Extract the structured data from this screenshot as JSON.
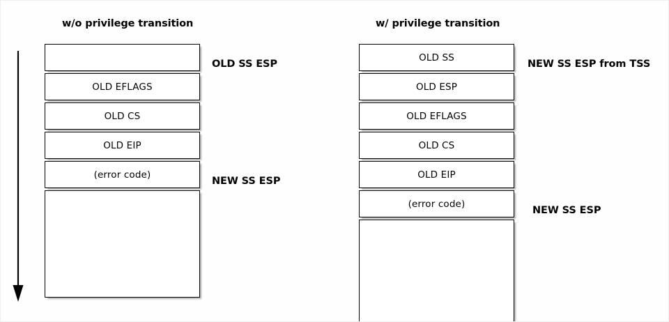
{
  "diagram": {
    "title_hidden": "x86 interrupt stack frame layout",
    "arrow": {
      "name": "stack-growth-direction-arrow",
      "direction": "down"
    },
    "columns": [
      {
        "id": "without-privilege-transition",
        "title": "w/o privilege transition",
        "slots": [
          {
            "label": "",
            "empty": true,
            "tall": false
          },
          {
            "label": "OLD EFLAGS",
            "empty": false,
            "tall": false
          },
          {
            "label": "OLD CS",
            "empty": false,
            "tall": false
          },
          {
            "label": "OLD EIP",
            "empty": false,
            "tall": false
          },
          {
            "label": "(error code)",
            "empty": false,
            "tall": false
          },
          {
            "label": "",
            "empty": true,
            "tall": true
          }
        ],
        "annotations": [
          {
            "id": "old-ss-esp",
            "text": "OLD SS ESP"
          },
          {
            "id": "new-ss-esp",
            "text": "NEW SS ESP"
          }
        ]
      },
      {
        "id": "with-privilege-transition",
        "title": "w/ privilege transition",
        "slots": [
          {
            "label": "OLD SS",
            "empty": false,
            "tall": false
          },
          {
            "label": "OLD ESP",
            "empty": false,
            "tall": false
          },
          {
            "label": "OLD EFLAGS",
            "empty": false,
            "tall": false
          },
          {
            "label": "OLD CS",
            "empty": false,
            "tall": false
          },
          {
            "label": "OLD EIP",
            "empty": false,
            "tall": false
          },
          {
            "label": "(error code)",
            "empty": false,
            "tall": false
          },
          {
            "label": "",
            "empty": true,
            "tall": true
          }
        ],
        "annotations": [
          {
            "id": "new-ss-esp-from-tss",
            "text": "NEW SS ESP from TSS"
          },
          {
            "id": "new-ss-esp",
            "text": "NEW SS ESP"
          }
        ]
      }
    ],
    "colors": {
      "background": "#fefefe",
      "box_border": "#000000",
      "box_fill": "#ffffff",
      "text": "#000000",
      "shadow": "rgba(0,0,0,0.30)"
    }
  }
}
